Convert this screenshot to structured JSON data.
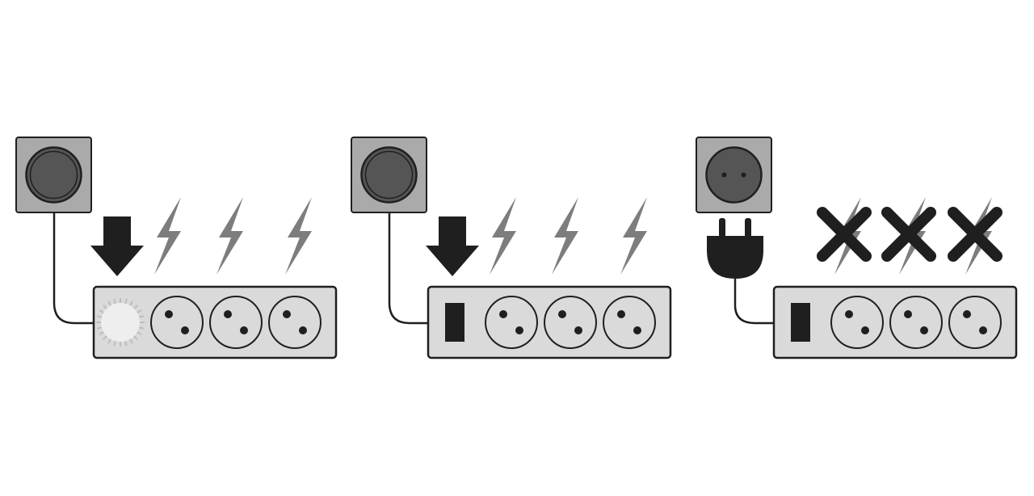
{
  "colors": {
    "background": "#ffffff",
    "outline": "#1f1f1f",
    "wall_plate": "#aaaaaa",
    "wall_socket": "#555555",
    "strip_body": "#dadada",
    "outlet_face": "#dadada",
    "bolt": "#7d7d7d",
    "arrow": "#1f1f1f",
    "switch": "#1f1f1f",
    "switch_lit": "#eeeeee",
    "cross": "#1f1f1f",
    "plug": "#1f1f1f",
    "cable": "#1f1f1f"
  },
  "panels": [
    {
      "state": "plugged-in-switch-lit",
      "wall_socket": {
        "plugged": true
      },
      "down_arrow": true,
      "switch": {
        "lit": true
      },
      "outlets": 3,
      "bolts": 3,
      "bolts_crossed": false,
      "plug_shown": false
    },
    {
      "state": "plugged-in-switch-off",
      "wall_socket": {
        "plugged": true
      },
      "down_arrow": true,
      "switch": {
        "lit": false
      },
      "outlets": 3,
      "bolts": 3,
      "bolts_crossed": false,
      "plug_shown": false
    },
    {
      "state": "unplugged-no-power",
      "wall_socket": {
        "plugged": false
      },
      "down_arrow": false,
      "switch": {
        "lit": false
      },
      "outlets": 3,
      "bolts": 3,
      "bolts_crossed": true,
      "plug_shown": true
    }
  ],
  "icons": {
    "wall_socket": "wall-socket-icon",
    "power_strip": "power-strip-icon",
    "outlet": "outlet-icon",
    "lightning": "lightning-bolt-icon",
    "arrow": "arrow-down-icon",
    "cross": "cross-icon",
    "plug": "plug-icon",
    "switch": "switch-icon"
  }
}
